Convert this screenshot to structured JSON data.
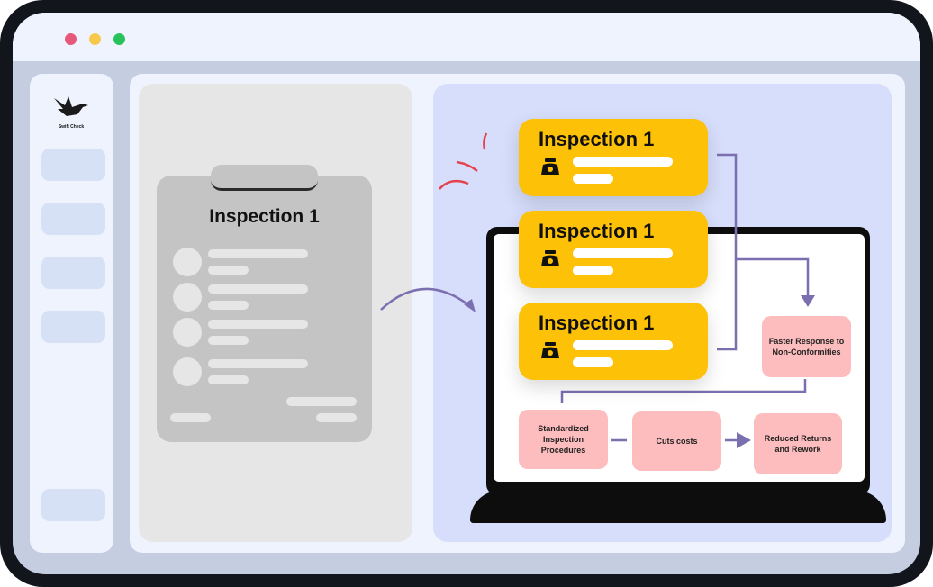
{
  "logo": {
    "text": "Swift Check"
  },
  "clipboard": {
    "title": "Inspection 1"
  },
  "cards": [
    {
      "title": "Inspection 1",
      "icon": "weight-icon"
    },
    {
      "title": "Inspection 1",
      "icon": "weight-icon"
    },
    {
      "title": "Inspection 1",
      "icon": "weight-icon"
    }
  ],
  "flow": {
    "faster": "Faster Response to Non-Conformities",
    "standardized": "Standardized Inspection Procedures",
    "cuts": "Cuts costs",
    "reduced": "Reduced Returns and Rework"
  },
  "colors": {
    "accent": "#7b6fb0",
    "card": "#fdc107",
    "pink": "#fdbcbd"
  }
}
